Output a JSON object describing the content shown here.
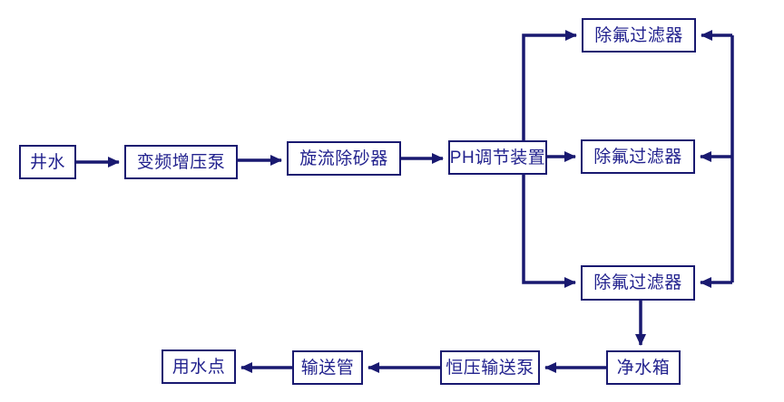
{
  "diagram": {
    "type": "process-flowchart",
    "language": "zh-CN",
    "colors": {
      "line": "#191970",
      "text": "#22228e",
      "background": "#ffffff"
    },
    "nodes": {
      "well_water": {
        "label": "井水"
      },
      "booster_pump": {
        "label": "变频增压泵"
      },
      "cyclone_desander": {
        "label": "旋流除砂器"
      },
      "ph_adjuster": {
        "label": "PH调节装置"
      },
      "fluoride_filter_1": {
        "label": "除氟过滤器"
      },
      "fluoride_filter_2": {
        "label": "除氟过滤器"
      },
      "fluoride_filter_3": {
        "label": "除氟过滤器"
      },
      "clean_water_tank": {
        "label": "净水箱"
      },
      "constant_pressure_pump": {
        "label": "恒压输送泵"
      },
      "delivery_pipe": {
        "label": "输送管"
      },
      "water_use_point": {
        "label": "用水点"
      }
    },
    "edges": [
      {
        "from": "well_water",
        "to": "booster_pump"
      },
      {
        "from": "booster_pump",
        "to": "cyclone_desander"
      },
      {
        "from": "cyclone_desander",
        "to": "ph_adjuster"
      },
      {
        "from": "ph_adjuster",
        "to": "fluoride_filter_1",
        "via": "left-manifold-up"
      },
      {
        "from": "ph_adjuster",
        "to": "fluoride_filter_2",
        "via": "direct"
      },
      {
        "from": "ph_adjuster",
        "to": "fluoride_filter_3",
        "via": "left-manifold-down"
      },
      {
        "from": "right_manifold",
        "to": "fluoride_filter_1"
      },
      {
        "from": "right_manifold",
        "to": "fluoride_filter_2"
      },
      {
        "from": "right_manifold",
        "to": "fluoride_filter_3"
      },
      {
        "from": "fluoride_filter_3",
        "to": "clean_water_tank"
      },
      {
        "from": "clean_water_tank",
        "to": "constant_pressure_pump"
      },
      {
        "from": "constant_pressure_pump",
        "to": "delivery_pipe"
      },
      {
        "from": "delivery_pipe",
        "to": "water_use_point"
      }
    ]
  }
}
